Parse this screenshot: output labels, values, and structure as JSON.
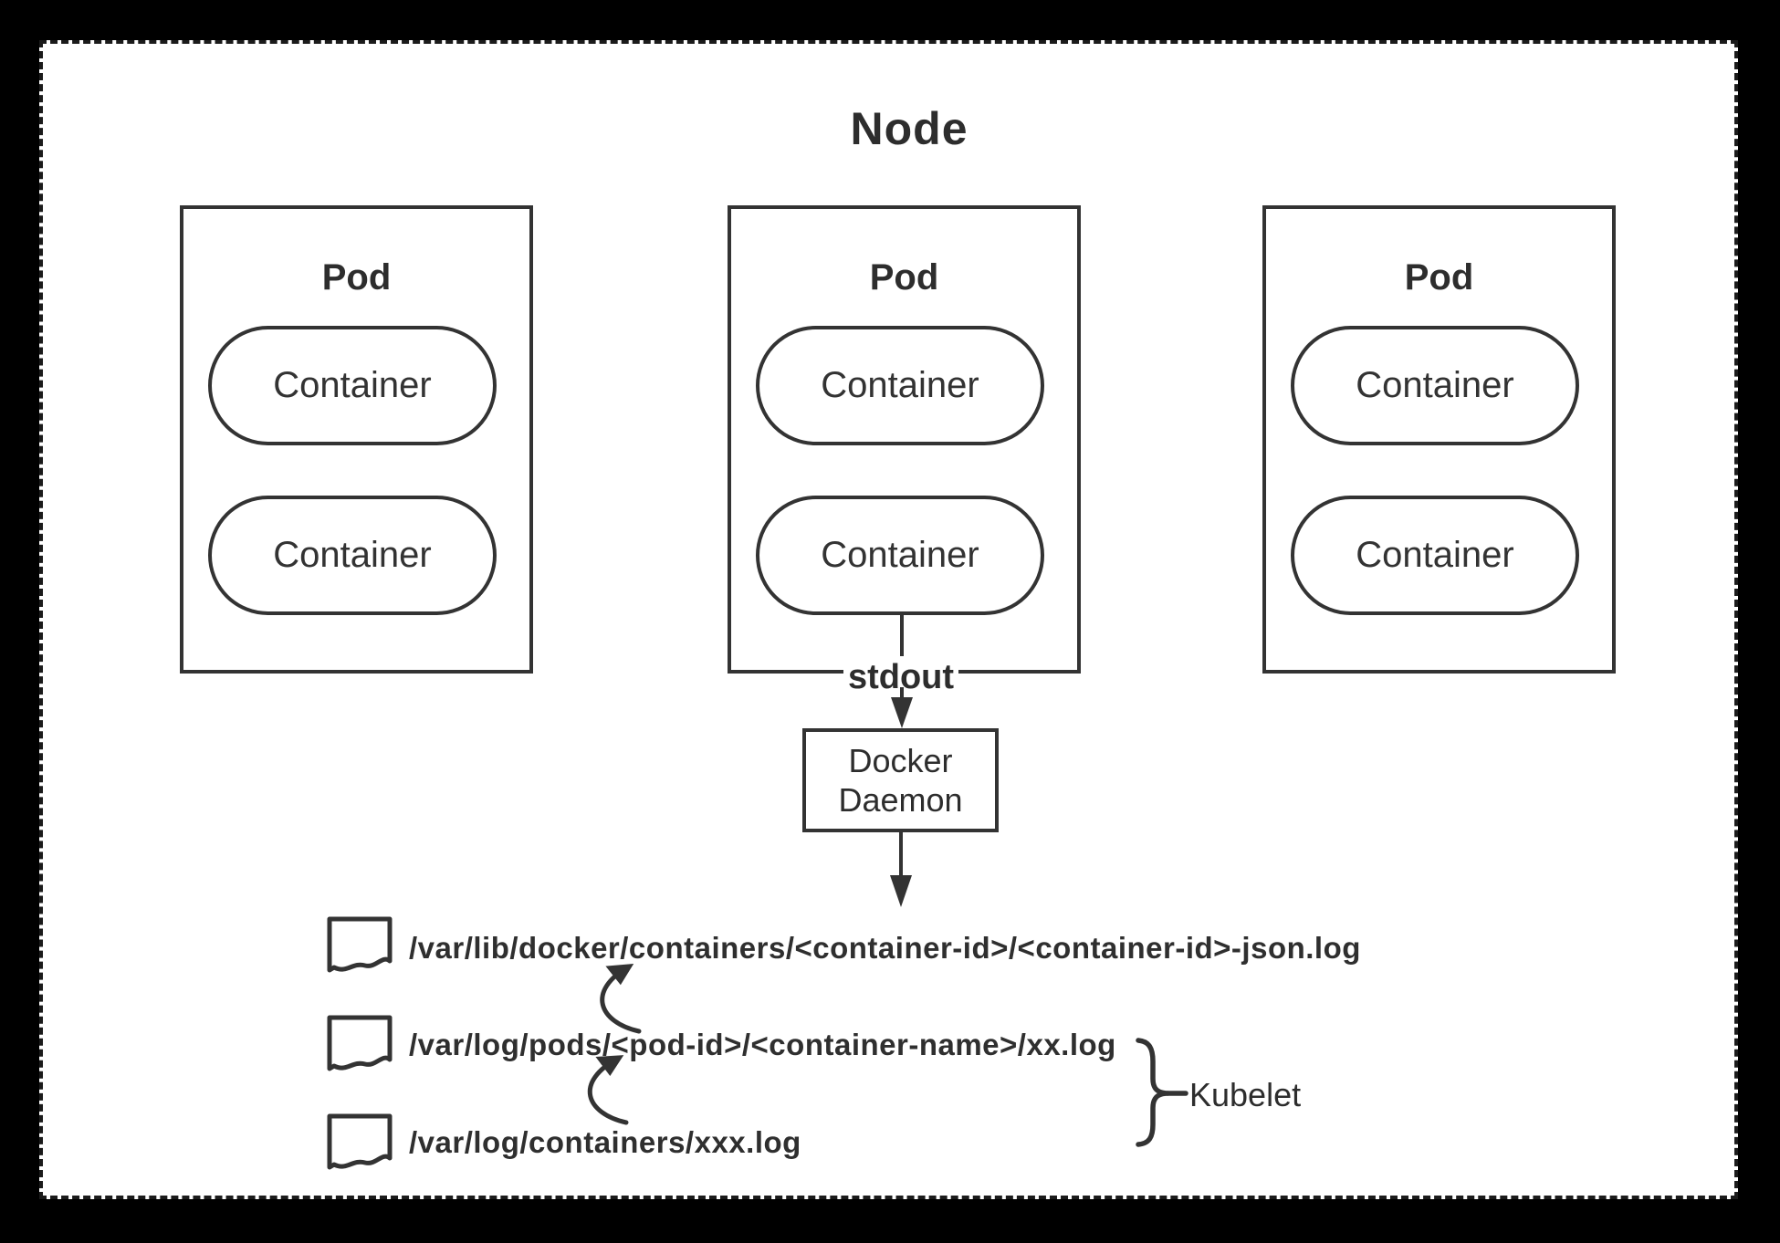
{
  "diagram": {
    "title": "Node",
    "pods": [
      {
        "label": "Pod",
        "containers": [
          "Container",
          "Container"
        ]
      },
      {
        "label": "Pod",
        "containers": [
          "Container",
          "Container"
        ]
      },
      {
        "label": "Pod",
        "containers": [
          "Container",
          "Container"
        ]
      }
    ],
    "stdout_label": "stdout",
    "docker_daemon": {
      "line1": "Docker",
      "line2": "Daemon"
    },
    "log_files": [
      "/var/lib/docker/containers/<container-id>/<container-id>-json.log",
      "/var/log/pods/<pod-id>/<container-name>/xx.log",
      "/var/log/containers/xxx.log"
    ],
    "kubelet_label": "Kubelet",
    "icons": {
      "log_file": "document-wavy-bottom-icon",
      "flow_arrow": "down-arrow-icon",
      "symlink_arrow": "curved-up-arrow-icon",
      "group_brace": "right-curly-brace"
    },
    "colors": {
      "stroke": "#333333",
      "text": "#2d2d2d",
      "page_background": "#ffffff",
      "frame_background": "#000000"
    }
  }
}
